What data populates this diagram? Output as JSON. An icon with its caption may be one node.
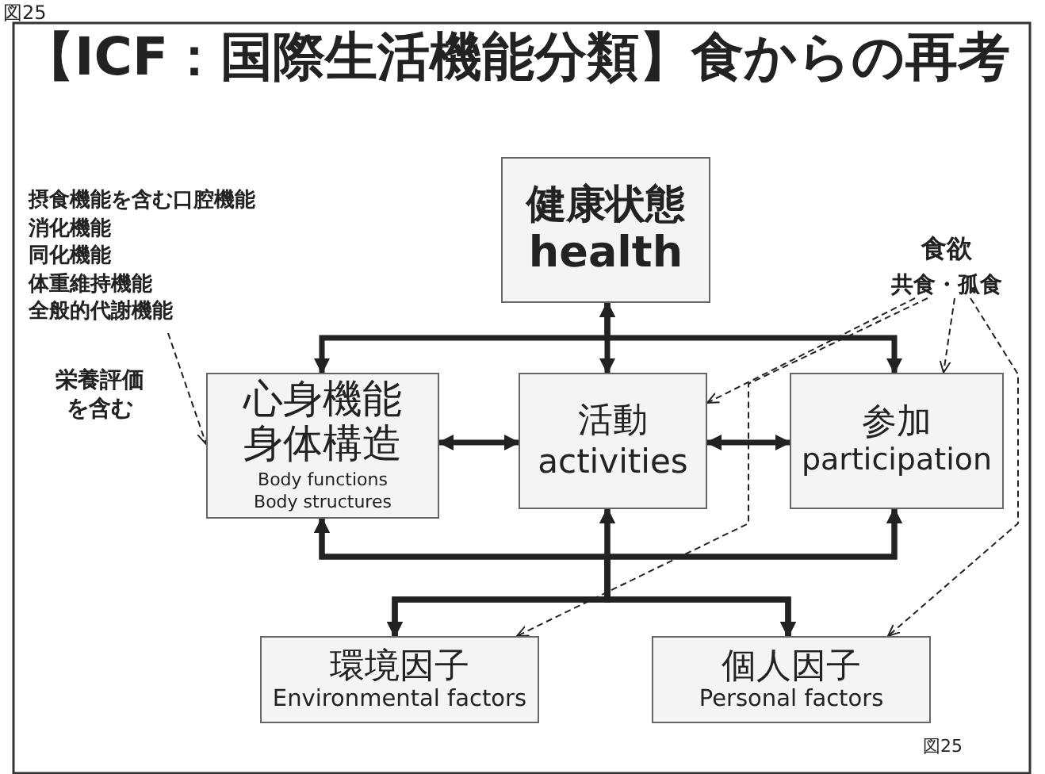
{
  "diagram": {
    "title": "【ICF：国際生活機能分類】食からの再考",
    "nodes": [
      {
        "text": [
          "摂食機能を含む口腔機能",
          "消化機能",
          "同化機能",
          "体重維持機能",
          "全般的代謝機能"
        ]
      },
      {
        "text": [
          "健康状態",
          "health"
        ]
      },
      {
        "text": [
          "食欲",
          "共食・孤食"
        ]
      },
      {
        "text": [
          "心身機能身体構造",
          "Body functions Body structures"
        ]
      },
      {
        "text": [
          "活動",
          "activities"
        ]
      },
      {
        "text": [
          "参加",
          "participation"
        ]
      },
      {
        "text": [
          "環境因子",
          "Environmental factors"
        ]
      },
      {
        "text": [
          "個人因子",
          "Personal factors"
        ]
      }
    ],
    "edges": [
      {
        "from": 1,
        "to": 4,
        "arrow": "both"
      },
      {
        "from": 1,
        "to": 3,
        "arrow": "both"
      },
      {
        "from": 1,
        "to": 5,
        "arrow": "both"
      },
      {
        "from": 3,
        "to": 4,
        "arrow": "both"
      },
      {
        "from": 4,
        "to": 5,
        "arrow": "both"
      },
      {
        "from": 6,
        "to": 3,
        "arrow": "both"
      },
      {
        "from": 6,
        "to": 4,
        "arrow": "both"
      },
      {
        "from": 6,
        "to": 5,
        "arrow": "both"
      },
      {
        "from": 7,
        "to": 3,
        "arrow": "both"
      },
      {
        "from": 7,
        "to": 4,
        "arrow": "both"
      },
      {
        "from": 7,
        "to": 5,
        "arrow": "both"
      },
      {
        "from": 0,
        "to": 3,
        "arrow": "to",
        "style": "dashed"
      },
      {
        "from": 2,
        "to": 4,
        "arrow": "to",
        "style": "dashed"
      },
      {
        "from": 2,
        "to": 6,
        "arrow": "to",
        "style": "dashed"
      },
      {
        "from": 2,
        "to": 5,
        "arrow": "to",
        "style": "dashed"
      },
      {
        "from": 2,
        "to": 7,
        "arrow": "to",
        "style": "dashed"
      }
    ],
    "labels": [
      "図25",
      "栄養評価を含む",
      "図25"
    ]
  }
}
